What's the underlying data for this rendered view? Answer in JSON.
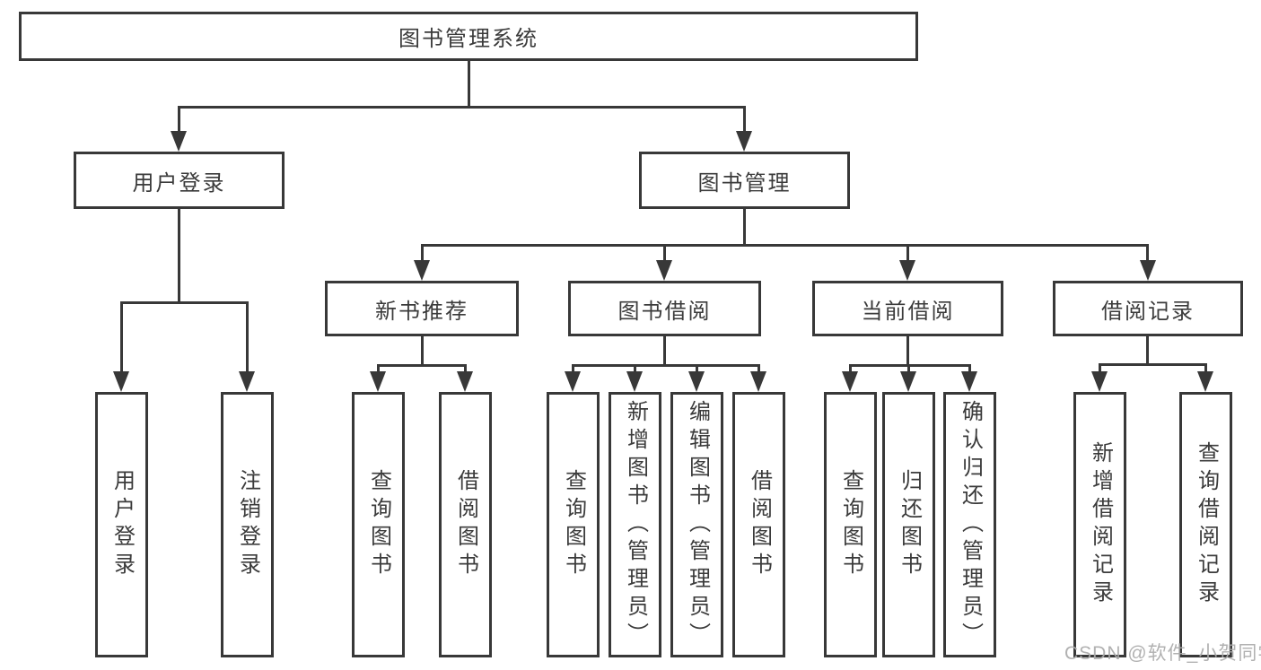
{
  "tree": {
    "root": "图书管理系统",
    "user_login": {
      "label": "用户登录",
      "children": [
        "用户登录",
        "注销登录"
      ]
    },
    "book_mgmt": {
      "label": "图书管理",
      "sections": [
        {
          "label": "新书推荐",
          "children": [
            "查询图书",
            "借阅图书"
          ]
        },
        {
          "label": "图书借阅",
          "children": [
            "查询图书",
            "新增图书（管理员）",
            "编辑图书（管理员）",
            "借阅图书"
          ]
        },
        {
          "label": "当前借阅",
          "children": [
            "查询图书",
            "归还图书",
            "确认归还（管理员）"
          ]
        },
        {
          "label": "借阅记录",
          "children": [
            "新增借阅记录",
            "查询借阅记录"
          ]
        }
      ]
    }
  },
  "watermark": "CSDN @软件_小贺同学",
  "colors": {
    "line": "#383838",
    "text": "#3b3b3b",
    "background": "#ffffff",
    "watermark": "#ababab"
  }
}
